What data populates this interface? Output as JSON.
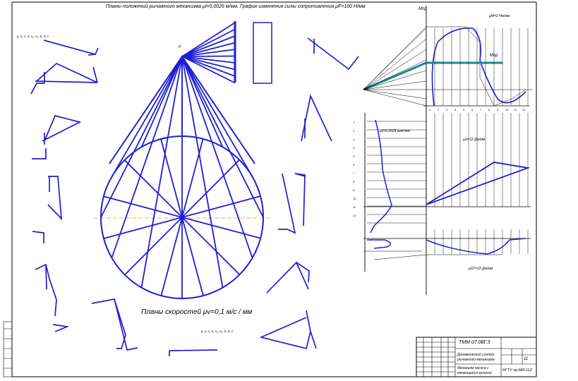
{
  "drawing": {
    "title": "Планы положений рычажного механизма μl=0,0026 м/мм. График изменения силы сопротивления μF=100 Н/мм",
    "velocity_title": "Планы скоростей μv=0,1 м/с / мм",
    "moment_label": "Mпр",
    "moment_scale": "μM=2 Нм/мм",
    "energy_scale": "μΔT=12 Дж/мм",
    "inertia_scale": "μJ=0,0026 кгм²/мм",
    "scale_12": "μΔ=12 Дж/мм",
    "pole_label": "P",
    "link_labels": "p, a, c, e, s₂, s₃, b, d, s",
    "position_numbers": [
      "1",
      "2",
      "3",
      "4",
      "5",
      "6",
      "7",
      "8",
      "9",
      "10",
      "11",
      "12"
    ]
  },
  "stamp": {
    "code": "ТММ 07.08Г.3",
    "title": "Динамический синтез рычажного механизма",
    "subtitle": "Механизм насоса с качающейся кулисой",
    "org": "НГТУ гр.МИ-112",
    "sheets": "11"
  },
  "colors": {
    "lines": "#1f1fd0",
    "accent": "#1a8a8a",
    "axis": "#ff8c1a",
    "ink": "#000000"
  }
}
